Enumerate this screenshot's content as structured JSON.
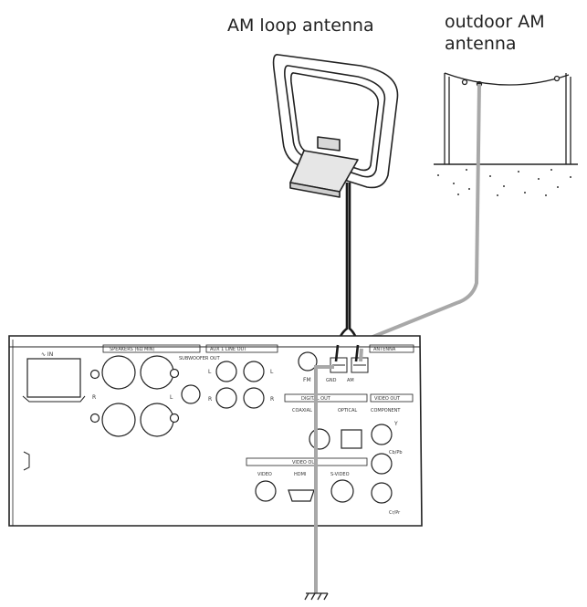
{
  "captions": {
    "loop_antenna": "AM loop antenna",
    "outdoor_antenna_line1": "outdoor AM",
    "outdoor_antenna_line2": "antenna"
  },
  "panel_labels": {
    "ac_in": "∿ IN",
    "speakers": "SPEAKERS (6Ω MIN)",
    "subwoofer_out": "SUBWOOFER OUT",
    "r": "R",
    "l": "L",
    "aux_line_out": "AUX 1   LINE OUT",
    "fm": "FM",
    "am": "AM",
    "gnd": "GND",
    "antenna": "ANTENNA",
    "digital_out": "DIGITAL OUT",
    "coaxial": "COAXIAL",
    "optical": "OPTICAL",
    "video_out": "VIDEO OUT",
    "component": "COMPONENT",
    "y": "Y",
    "cb_pb": "Cb/Pb",
    "cr_pr": "Cr/Pr",
    "video_out_row": "VIDEO OUT",
    "video": "VIDEO",
    "hdmi": "HDMI",
    "s_video": "S-VIDEO"
  },
  "colors": {
    "line": "#1a1a1a",
    "outdoor_wire": "#a8a8a8",
    "panel_fill": "#ffffff",
    "panel_stroke": "#222222"
  }
}
